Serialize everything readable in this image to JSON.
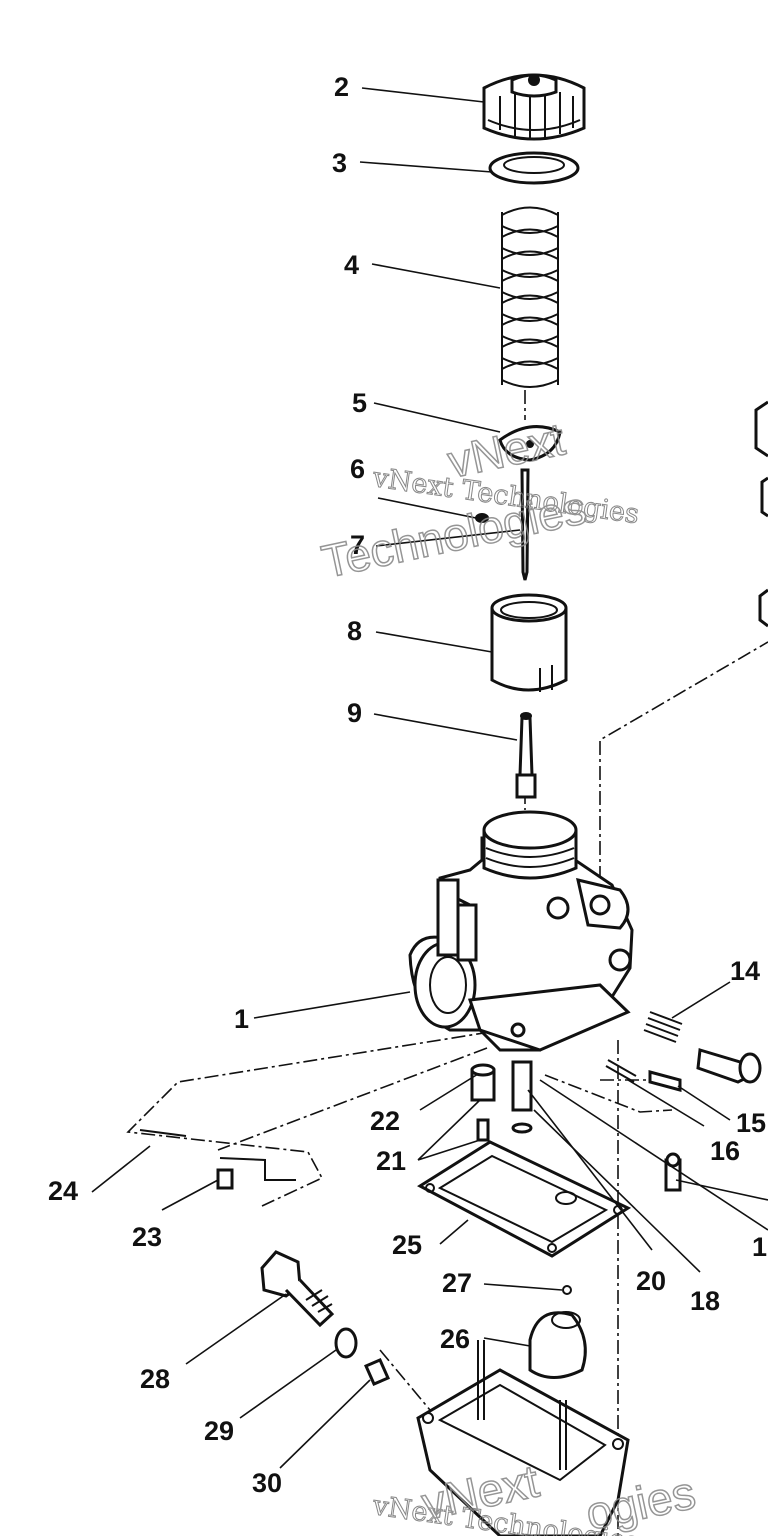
{
  "callouts": {
    "c1": "1",
    "c2": "2",
    "c3": "3",
    "c4": "4",
    "c5": "5",
    "c6": "6",
    "c7": "7",
    "c8": "8",
    "c9": "9",
    "c14": "14",
    "c15": "15",
    "c16": "16",
    "c17": "1",
    "c18": "18",
    "c20": "20",
    "c21": "21",
    "c22": "22",
    "c23": "23",
    "c24": "24",
    "c25": "25",
    "c26": "26",
    "c27": "27",
    "c28": "28",
    "c29": "29",
    "c30": "30"
  },
  "watermark": {
    "serif_top": "vNext Technologies",
    "outline_top_1": "vNext",
    "outline_top_2": "Technologies",
    "serif_bottom": "vNext Technologies",
    "outline_bottom_1": "vNext",
    "outline_bottom_2": "ogies"
  },
  "colors": {
    "ink": "#111111",
    "paper": "#ffffff",
    "watermark": "#8a8a8a"
  }
}
